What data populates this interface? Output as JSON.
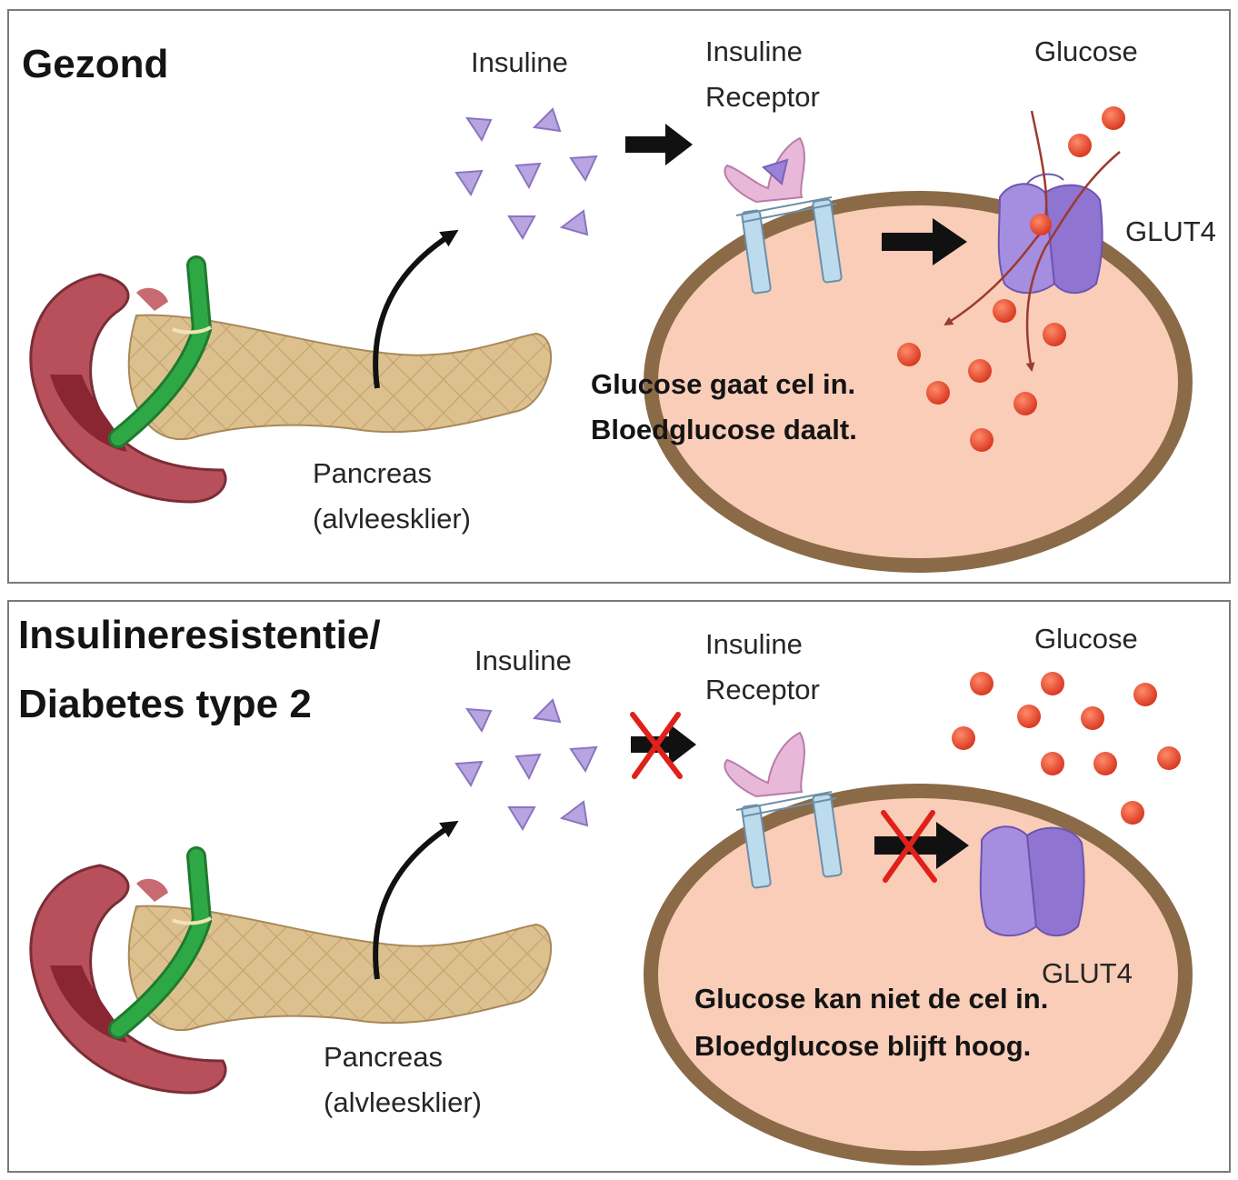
{
  "panels": [
    {
      "id": "healthy",
      "title": "Gezond",
      "insulin_label": "Insuline",
      "receptor_label_1": "Insuline",
      "receptor_label_2": "Receptor",
      "glucose_label": "Glucose",
      "glut4_label": "GLUT4",
      "caption_1": "Glucose gaat cel in.",
      "caption_2": "Bloedglucose daalt.",
      "pancreas_label_1": "Pancreas",
      "pancreas_label_2": "(alvleesklier)"
    },
    {
      "id": "resistant",
      "title_1": "Insulineresistentie/",
      "title_2": "Diabetes type 2",
      "insulin_label": "Insuline",
      "receptor_label_1": "Insuline",
      "receptor_label_2": "Receptor",
      "glucose_label": "Glucose",
      "glut4_label": "GLUT4",
      "caption_1": "Glucose kan niet de cel in.",
      "caption_2": "Bloedglucose blijft hoog.",
      "pancreas_label_1": "Pancreas",
      "pancreas_label_2": "(alvleesklier)"
    }
  ],
  "colors": {
    "cell_fill": "#f9cdb8",
    "cell_membrane": "#8b6a48",
    "glucose": "#e5462d",
    "insulin": "#b8a4e0",
    "glut4": "#9b82d8",
    "receptor": "#e8b8d8",
    "pancreas": "#dfc497",
    "duodenum": "#b8505c",
    "bile_duct": "#2ea844",
    "block_cross": "#e0211b"
  }
}
